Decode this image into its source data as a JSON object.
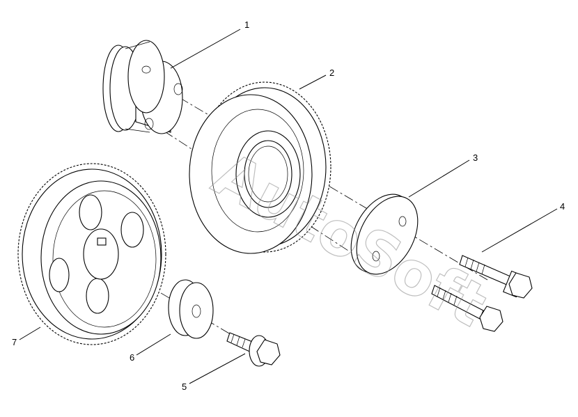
{
  "watermark": "AutoSoft",
  "callouts": [
    {
      "id": "1",
      "text": "1"
    },
    {
      "id": "2",
      "text": "2"
    },
    {
      "id": "3",
      "text": "3"
    },
    {
      "id": "4",
      "text": "4"
    },
    {
      "id": "5",
      "text": "5"
    },
    {
      "id": "6",
      "text": "6"
    },
    {
      "id": "7",
      "text": "7"
    }
  ],
  "parts": [
    {
      "callout": "1",
      "icon": "shaft-hub-icon"
    },
    {
      "callout": "2",
      "icon": "idler-gear-icon"
    },
    {
      "callout": "3",
      "icon": "thrust-plate-icon"
    },
    {
      "callout": "4",
      "icon": "flange-bolt-icon"
    },
    {
      "callout": "5",
      "icon": "flange-bolt-icon"
    },
    {
      "callout": "6",
      "icon": "washer-icon"
    },
    {
      "callout": "7",
      "icon": "large-gear-icon"
    }
  ]
}
